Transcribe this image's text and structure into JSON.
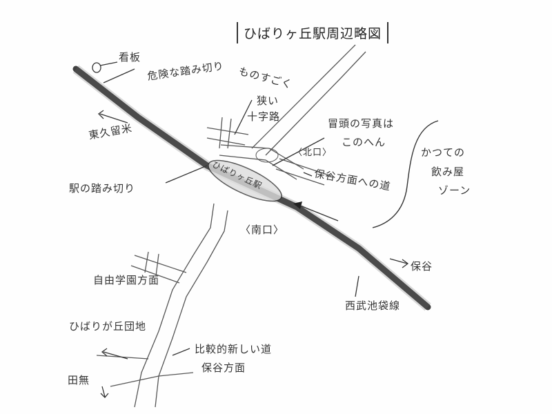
{
  "title": "ひばりヶ丘駅周辺略図",
  "labels": {
    "sign": "看板",
    "dangerous_crossing": "危険な踏み切り",
    "narrow_crossroad_1": "ものすごく",
    "narrow_crossroad_2": "狭い",
    "narrow_crossroad_3": "十字路",
    "higashikurume": "東久留米",
    "photo_spot_1": "冒頭の写真は",
    "photo_spot_2": "このへん",
    "north_exit": "〈北口〉",
    "to_hoya_road": "保谷方面への道",
    "bar_zone_1": "かつての",
    "bar_zone_2": "飲み屋",
    "bar_zone_3": "ゾーン",
    "station_crossing": "駅の踏み切り",
    "station": "ひばりヶ丘駅",
    "south_exit": "〈南口〉",
    "hoya": "保谷",
    "jiyu_gakuen": "自由学園方面",
    "seibu_line": "西武池袋線",
    "hibarigaoka_danchi": "ひばりが丘団地",
    "new_road_1": "比較的新しい道",
    "new_road_2": "保谷方面",
    "tanashi": "田無"
  },
  "colors": {
    "ink": "#2a2a2a",
    "rail": "#1e1e1e",
    "pencil": "#777777"
  }
}
